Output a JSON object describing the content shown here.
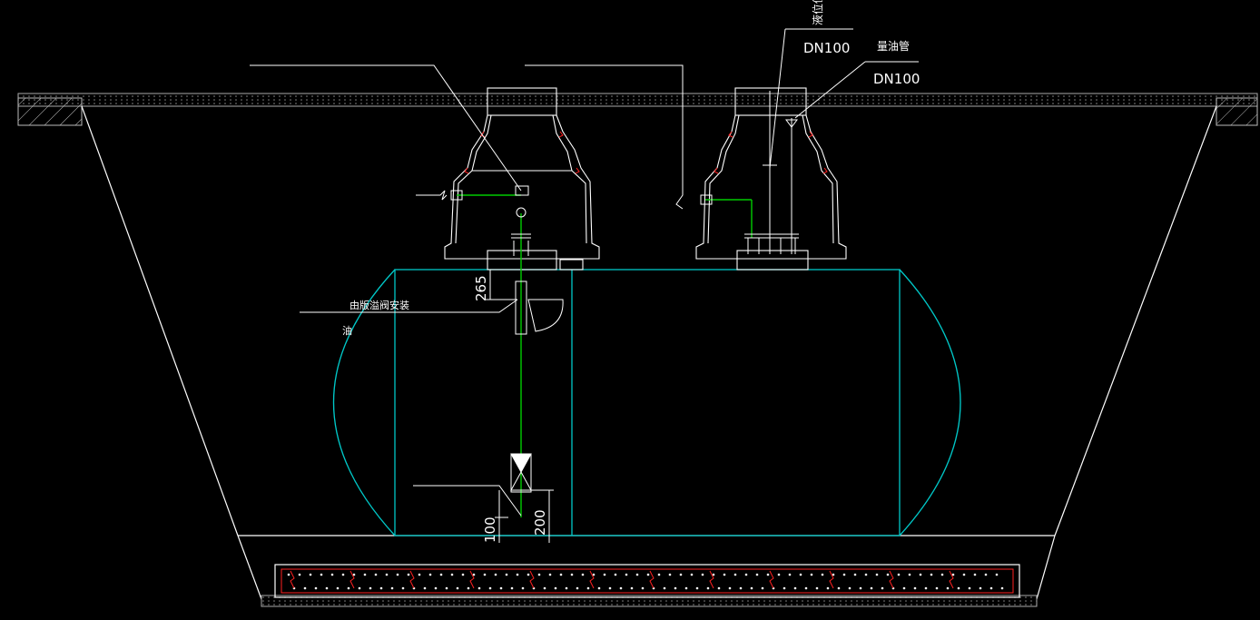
{
  "drawing": {
    "background": "#000000",
    "colors": {
      "line": "#ffffff",
      "tank": "#00c8c8",
      "pipe": "#00cc00",
      "rebar": "#ff2020",
      "gray": "#9a9a9a"
    },
    "labels": {
      "level_gauge": "液位仪",
      "level_gauge_dn": "DN100",
      "dipstick_pipe": "量油管",
      "dipstick_dn": "DN100",
      "valve_install": "由版溢阀安装",
      "valve_note": "油",
      "dim_265": "265",
      "dim_100": "100",
      "dim_200": "200"
    }
  }
}
